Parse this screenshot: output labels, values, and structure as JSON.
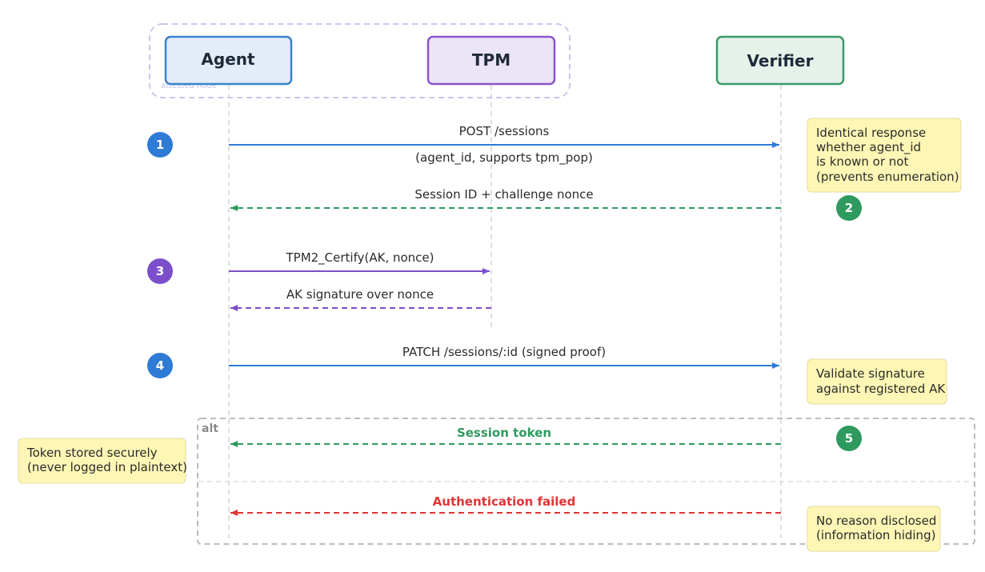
{
  "colors": {
    "agent_stroke": "#3a82cc",
    "agent_fill": "#e3edf8",
    "tpm_stroke": "#8a55cc",
    "tpm_fill": "#ece4f7",
    "verifier_stroke": "#3c9a68",
    "verifier_fill": "#e4f2ea",
    "blue": "#2e7bd6",
    "green": "#2f9a5e",
    "purple": "#7b4fcc",
    "red": "#e03434",
    "note_fill": "#fdf6b5",
    "note_stroke": "#e2dca0"
  },
  "group": {
    "label": "attested node"
  },
  "actors": {
    "agent": "Agent",
    "tpm": "TPM",
    "verifier": "Verifier"
  },
  "messages": {
    "m1_line1": "POST /sessions",
    "m1_line2": "(agent_id, supports tpm_pop)",
    "m2": "Session ID + challenge nonce",
    "m3": "TPM2_Certify(AK, nonce)",
    "m4": "AK signature over nonce",
    "m5": "PATCH /sessions/:id (signed proof)",
    "m6": "Session token",
    "m7": "Authentication failed"
  },
  "notes": {
    "n1": [
      "Identical response",
      "whether agent_id",
      "is known or not",
      "(prevents enumeration)"
    ],
    "n2": [
      "Validate signature",
      "against registered AK"
    ],
    "n3": [
      "Token stored securely",
      "(never logged in plaintext)"
    ],
    "n4": [
      "No reason disclosed",
      "(information hiding)"
    ]
  },
  "steps": {
    "s1": "1",
    "s2": "2",
    "s3": "3",
    "s4": "4",
    "s5": "5"
  },
  "alt": {
    "label": "alt"
  }
}
